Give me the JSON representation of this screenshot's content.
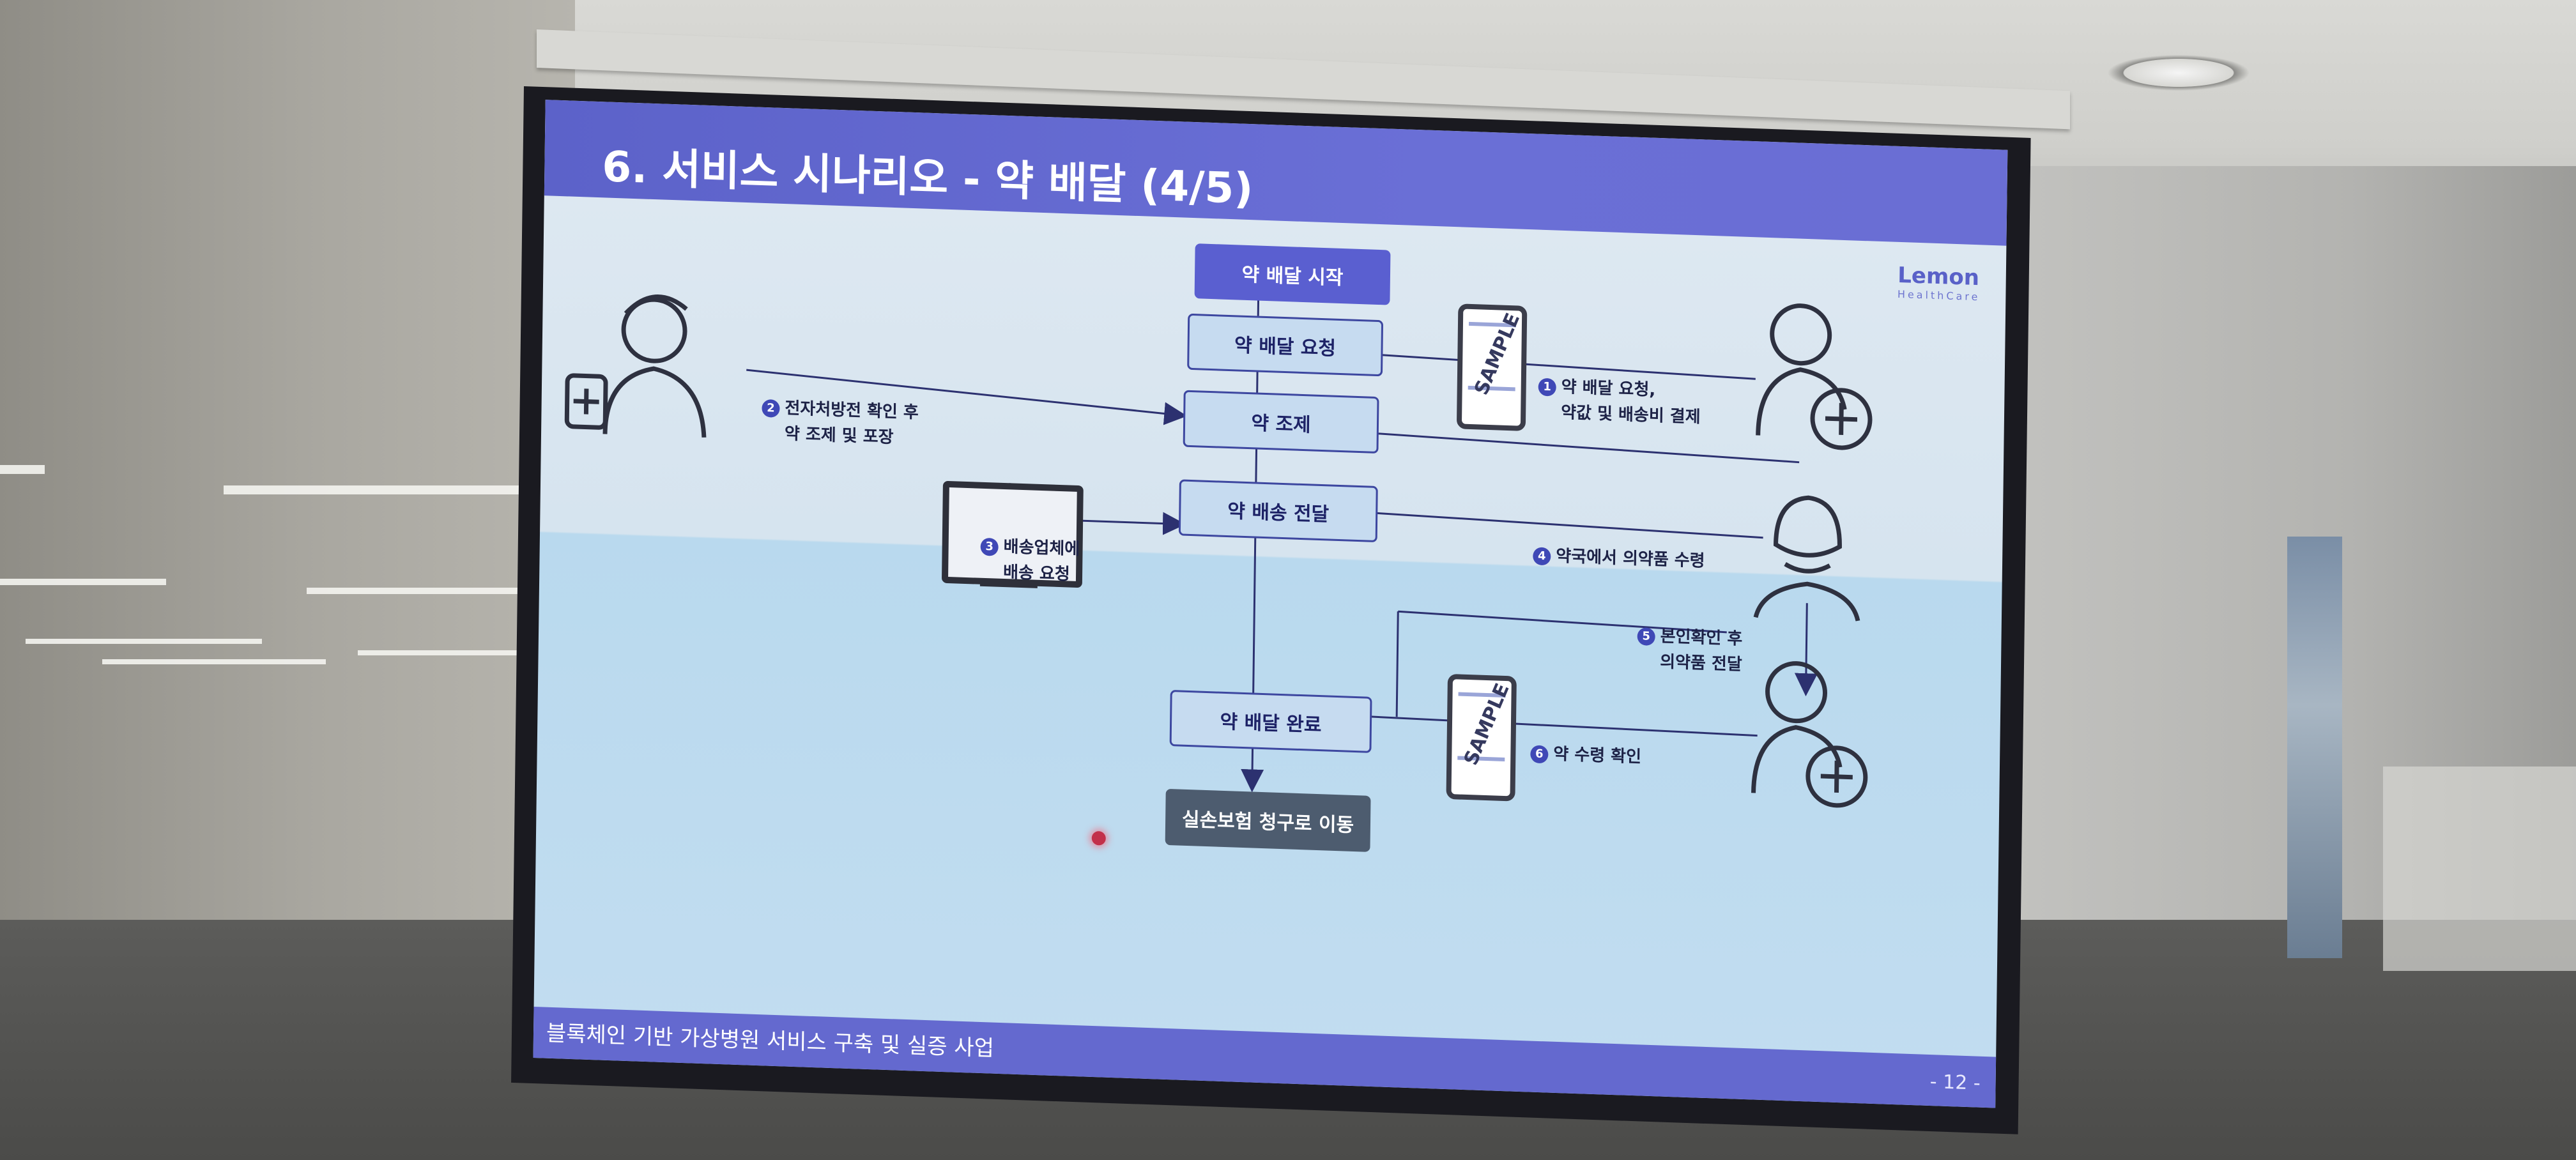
{
  "slide": {
    "title": "6. 서비스 시나리오 - 약 배달 (4/5)",
    "footer": "블록체인 기반 가상병원 서비스 구축 및 실증 사업",
    "page": "- 12 -",
    "logo": {
      "name": "Lemon",
      "sub": "HealthCare"
    }
  },
  "flow": {
    "start": "약 배달 시작",
    "request": "약 배달 요청",
    "prep": "약 조제",
    "handover": "약 배송 전달",
    "complete": "약 배달 완료",
    "end": "실손보험 청구로 이동"
  },
  "steps": [
    {
      "num": "1",
      "line1": "약 배달 요청,",
      "line2": "약값 및 배송비 결제"
    },
    {
      "num": "2",
      "line1": "전자처방전 확인 후",
      "line2": "약 조제 및 포장"
    },
    {
      "num": "3",
      "line1": "배송업체에",
      "line2": "배송 요청"
    },
    {
      "num": "4",
      "line1": "약국에서 의약품 수령"
    },
    {
      "num": "5",
      "line1": "본인확인 후",
      "line2": "의약품 전달"
    },
    {
      "num": "6",
      "line1": "약 수령 확인"
    }
  ],
  "phone_watermark": "SAMPLE",
  "icons": [
    "pharmacist-icon",
    "patient-icon",
    "courier-icon",
    "laptop-icon",
    "phone-icon"
  ],
  "colors": {
    "title_bar": "#6469cf",
    "box_border": "#3d47a0",
    "start_box": "#5a5fd0",
    "end_box": "#4d5c6f"
  }
}
